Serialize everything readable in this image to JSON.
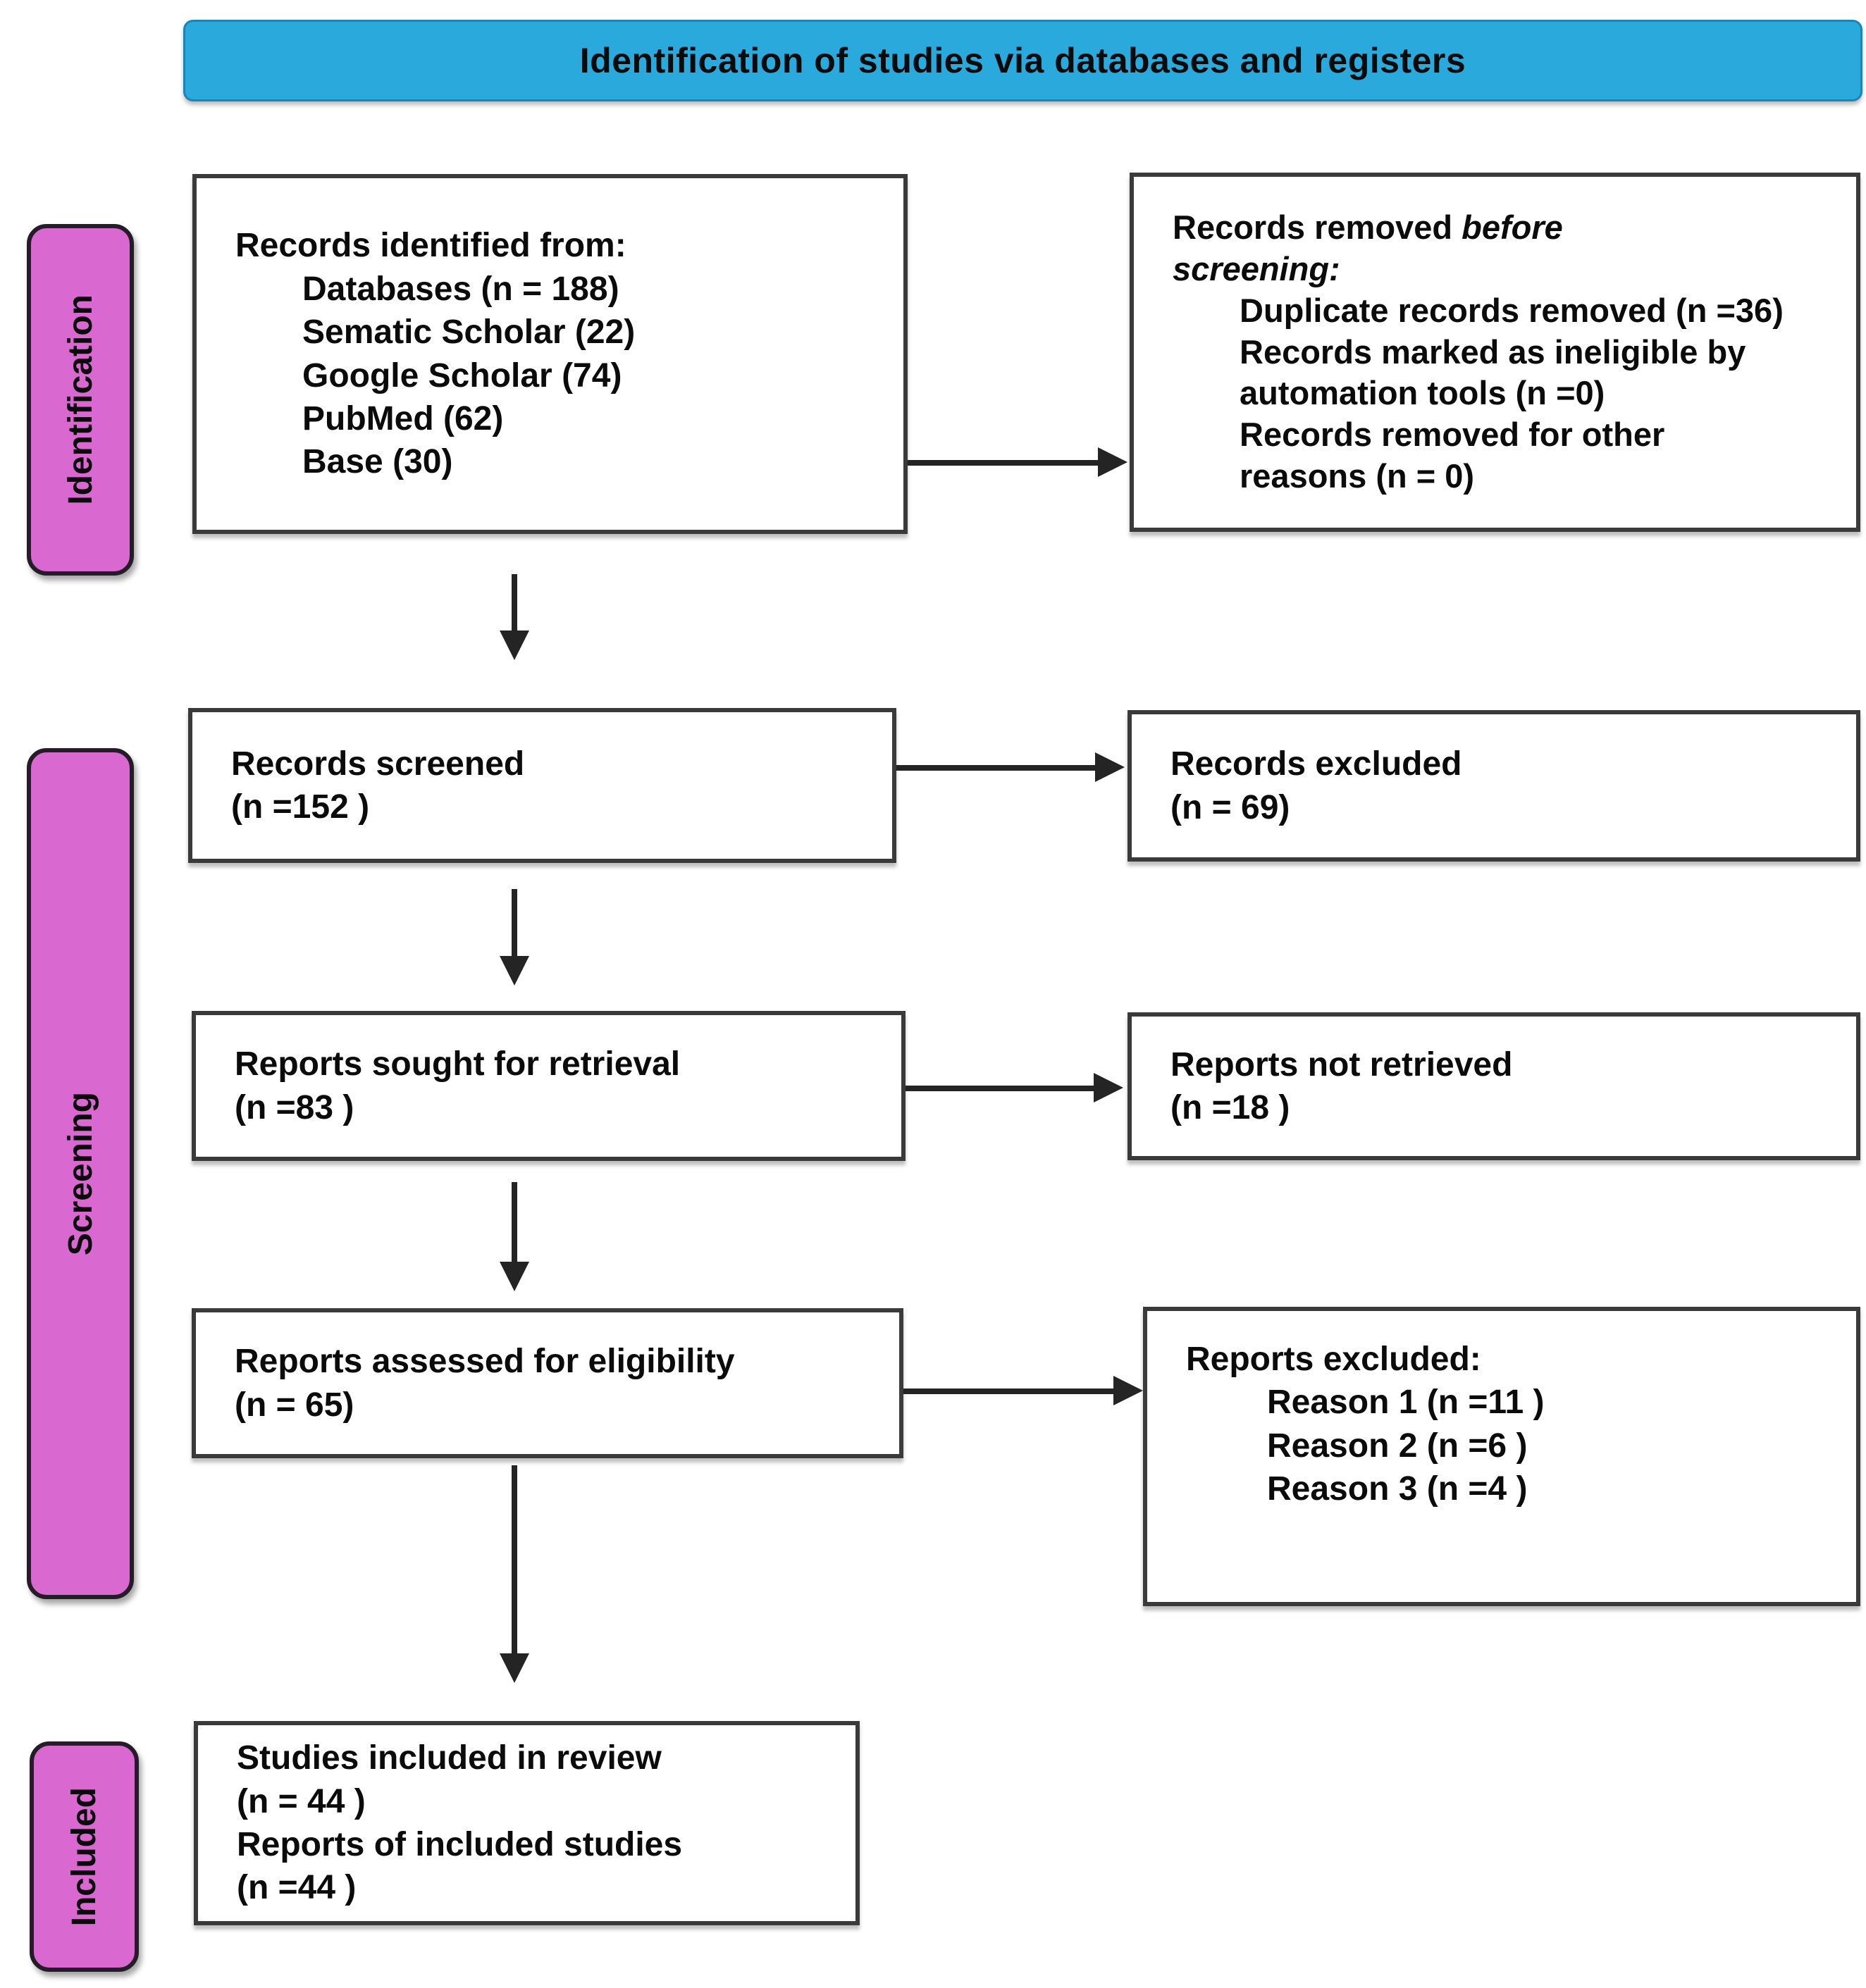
{
  "banner": {
    "title": "Identification of studies via databases and registers"
  },
  "stage_labels": {
    "identification": "Identification",
    "screening": "Screening",
    "included": "Included"
  },
  "colors": {
    "banner_blue": "#29a9dc",
    "stage_pink": "#d969d1",
    "box_border": "#3a3a3a",
    "arrow_black": "#242424"
  },
  "boxes": {
    "records_identified": {
      "title": "Records identified from:",
      "items": [
        "Databases (n = 188)",
        "Sematic Scholar (22)",
        "Google Scholar (74)",
        "PubMed (62)",
        "Base (30)"
      ]
    },
    "records_removed": {
      "title_plain": "Records removed ",
      "title_italic_1": "before",
      "title_italic_2": "screening:",
      "items": [
        "Duplicate records removed (n =36)",
        "Records marked as ineligible by automation tools (n =0)",
        "Records removed for other reasons (n = 0)"
      ]
    },
    "records_screened": {
      "line1": "Records screened",
      "line2": "(n =152 )"
    },
    "records_excluded": {
      "line1": "Records excluded",
      "line2": "(n = 69)"
    },
    "reports_sought": {
      "line1": "Reports sought for retrieval",
      "line2": "(n =83 )"
    },
    "reports_not_retrieved": {
      "line1": "Reports not retrieved",
      "line2": "(n =18 )"
    },
    "reports_assessed": {
      "line1": "Reports assessed for eligibility",
      "line2": "(n = 65)"
    },
    "reports_excluded": {
      "title": "Reports excluded:",
      "items": [
        "Reason 1 (n =11 )",
        "Reason 2 (n =6 )",
        "Reason 3 (n =4 )"
      ]
    },
    "studies_included": {
      "lines": [
        "Studies included in review",
        "(n = 44 )",
        "Reports of included studies",
        "(n =44 )"
      ]
    }
  }
}
